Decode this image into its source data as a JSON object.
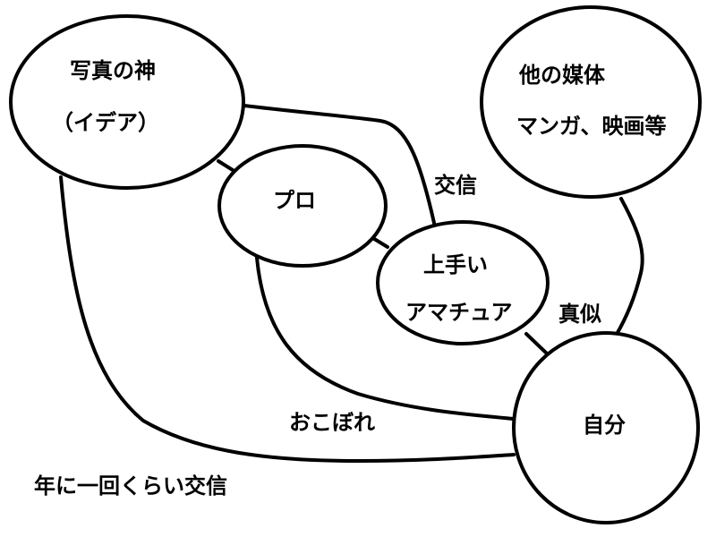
{
  "nodes": {
    "photo_god": {
      "line1": "写真の神",
      "line2": "（イデア）"
    },
    "other_media": {
      "line1": "他の媒体",
      "line2": "マンガ、映画等"
    },
    "pro": {
      "label": "プロ"
    },
    "skilled_amateur": {
      "line1": "上手い",
      "line2": "アマチュア"
    },
    "self": {
      "label": "自分"
    }
  },
  "edge_labels": {
    "exchange": "交信",
    "imitation": "真似",
    "crumbs": "おこぼれ",
    "yearly_exchange": "年に一回くらい交信"
  },
  "colors": {
    "stroke": "#000000",
    "background": "#ffffff"
  }
}
